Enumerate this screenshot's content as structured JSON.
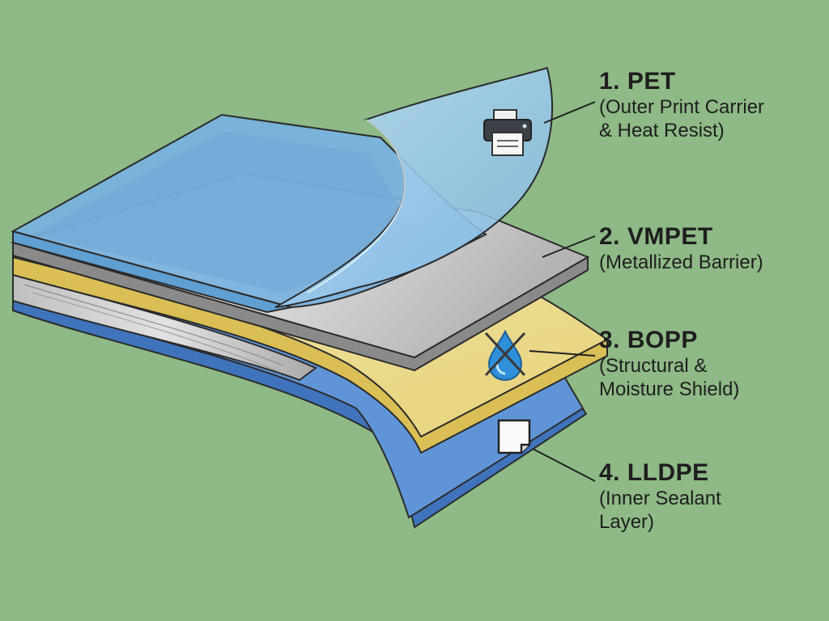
{
  "layers": [
    {
      "id": "pet",
      "number": "1. PET",
      "lines": [
        "(Outer Print Carrier",
        "& Heat Resist)"
      ],
      "icon": "printer-icon",
      "color": "#8fc3e6"
    },
    {
      "id": "vmpet",
      "number": "2. VMPET",
      "lines": [
        "(Metallized Barrier)"
      ],
      "icon": "",
      "color": "#c9c9c9"
    },
    {
      "id": "bopp",
      "number": "3. BOPP",
      "lines": [
        "(Structural &",
        "Moisture Shield)"
      ],
      "icon": "no-water-icon",
      "color": "#ecd98e"
    },
    {
      "id": "lldpe",
      "number": "4. LLDPE",
      "lines": [
        "(Inner Sealant",
        "Layer)"
      ],
      "icon": "seal-sheet-icon",
      "color": "#5a8ed0"
    }
  ],
  "colors": {
    "background": "#8fb987",
    "text": "#1e1e1e",
    "outline": "#2b2b2b"
  }
}
